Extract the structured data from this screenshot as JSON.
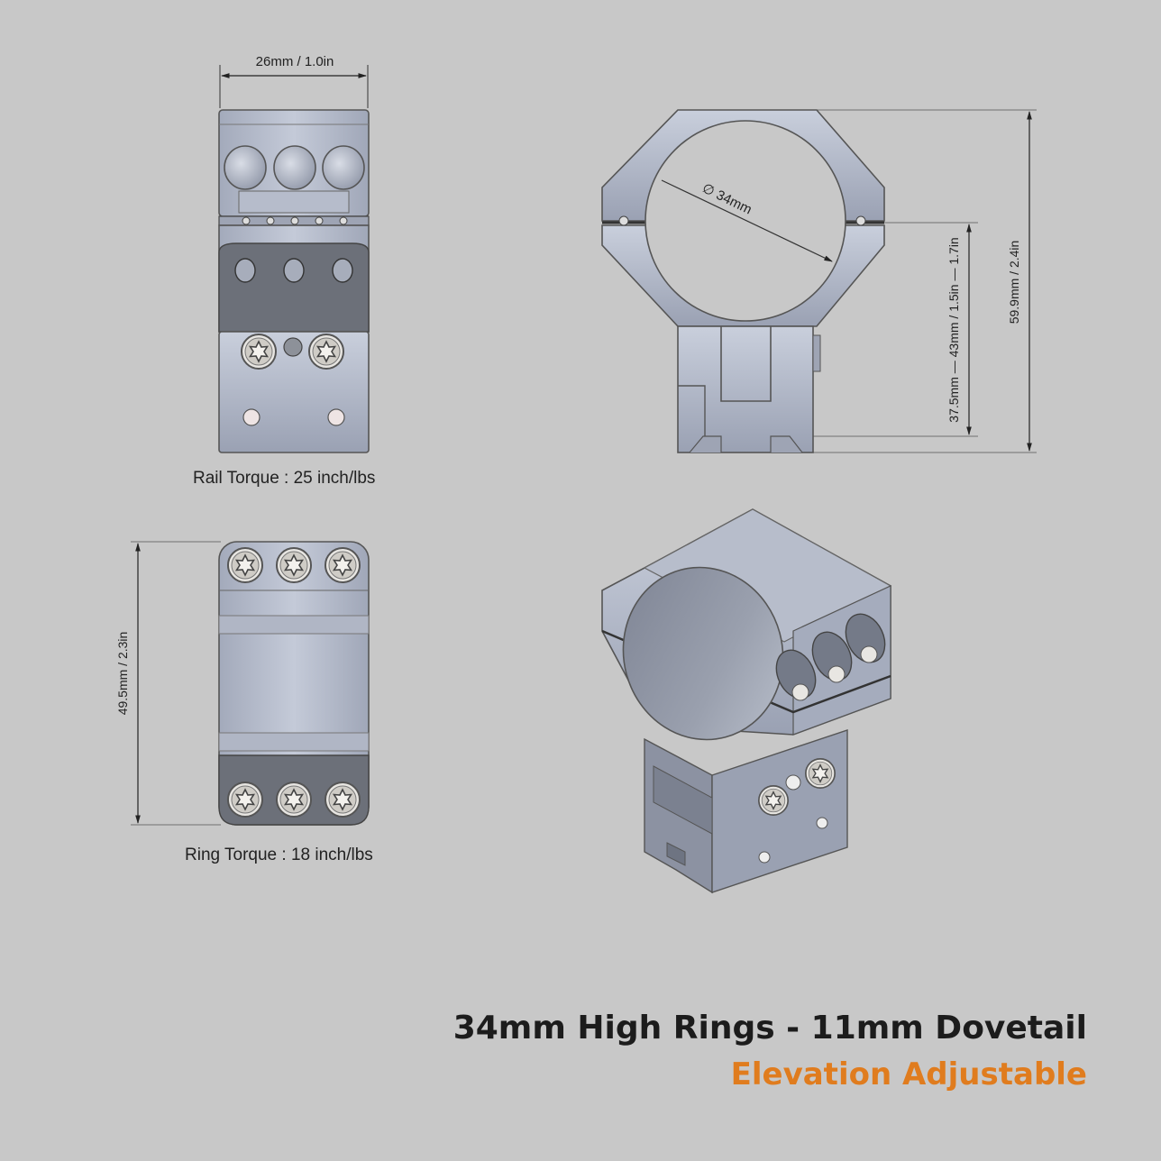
{
  "dimensions": {
    "width_top": "26mm / 1.0in",
    "ring_diameter": "∅ 34mm",
    "height_range": "37.5mm — 43mm / 1.5in — 1.7in",
    "overall_height": "59.9mm / 2.4in",
    "length_side": "49.5mm / 2.3in"
  },
  "captions": {
    "rail_torque": "Rail Torque : 25 inch/lbs",
    "ring_torque": "Ring Torque : 18 inch/lbs"
  },
  "product": {
    "title": "34mm High Rings - 11mm Dovetail",
    "subtitle": "Elevation Adjustable"
  },
  "colors": {
    "background": "#c8c8c8",
    "subtitle_accent": "#e07c1e",
    "metal": "#a9b0c2",
    "metal_dark": "#6c7079"
  }
}
